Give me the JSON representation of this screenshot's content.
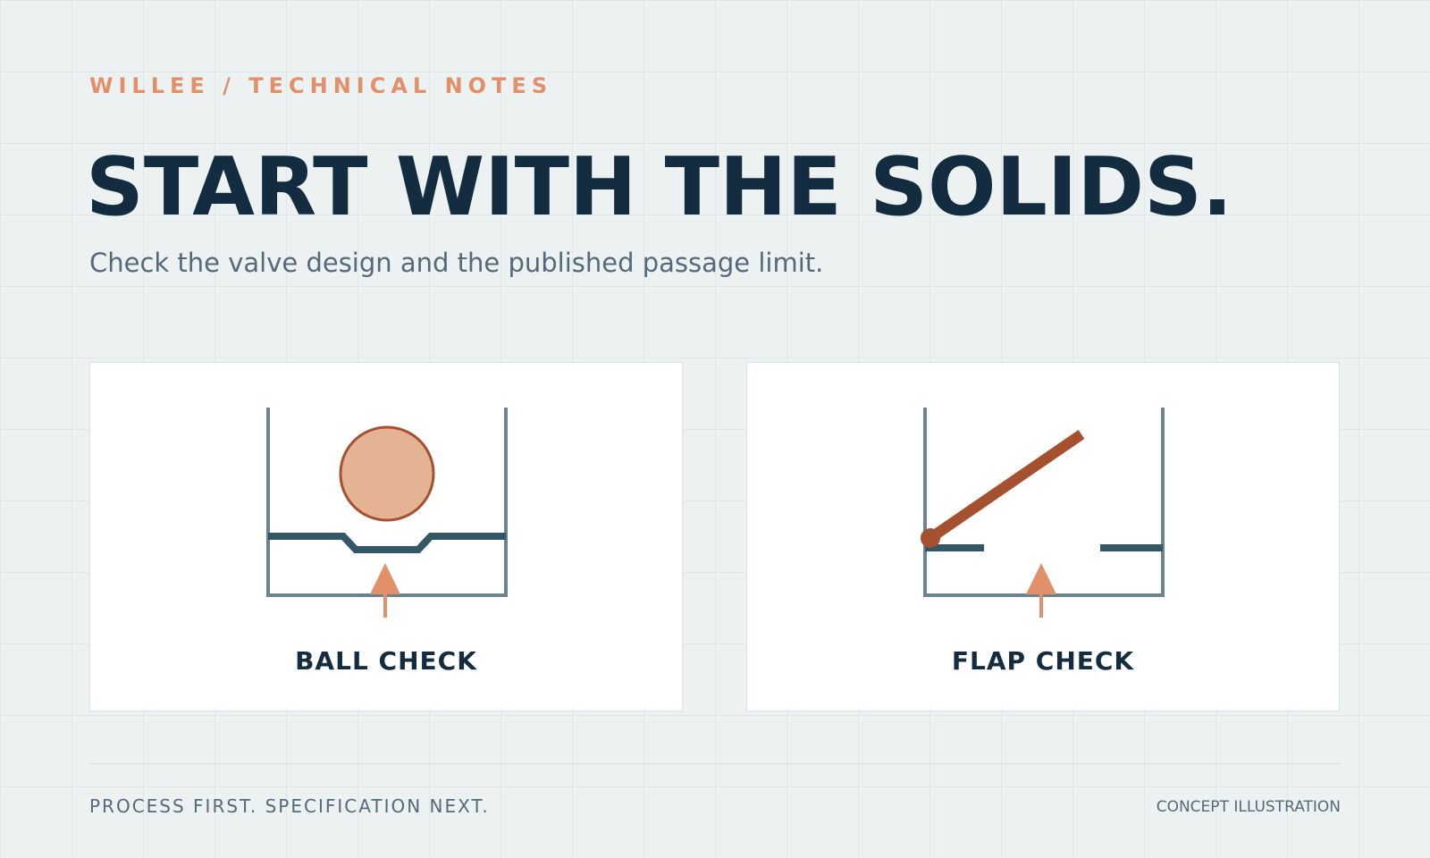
{
  "header": {
    "eyebrow": "WILLEE / TECHNICAL NOTES",
    "headline": "START WITH THE SOLIDS.",
    "subtitle": "Check the valve design and the published passage limit."
  },
  "cards": [
    {
      "label": "BALL CHECK",
      "diagram_icon": "ball-check-valve-icon"
    },
    {
      "label": "FLAP CHECK",
      "diagram_icon": "flap-check-valve-icon"
    }
  ],
  "footer": {
    "tagline": "PROCESS FIRST. SPECIFICATION NEXT.",
    "note": "CONCEPT ILLUSTRATION"
  },
  "colors": {
    "background": "#ecf2f2",
    "headline": "#132c40",
    "accent": "#e2906a",
    "valve_element": "#a5502f",
    "ball_fill": "#e4b394",
    "housing": "#6b8390",
    "seat": "#345766",
    "muted_text": "#55697a"
  }
}
